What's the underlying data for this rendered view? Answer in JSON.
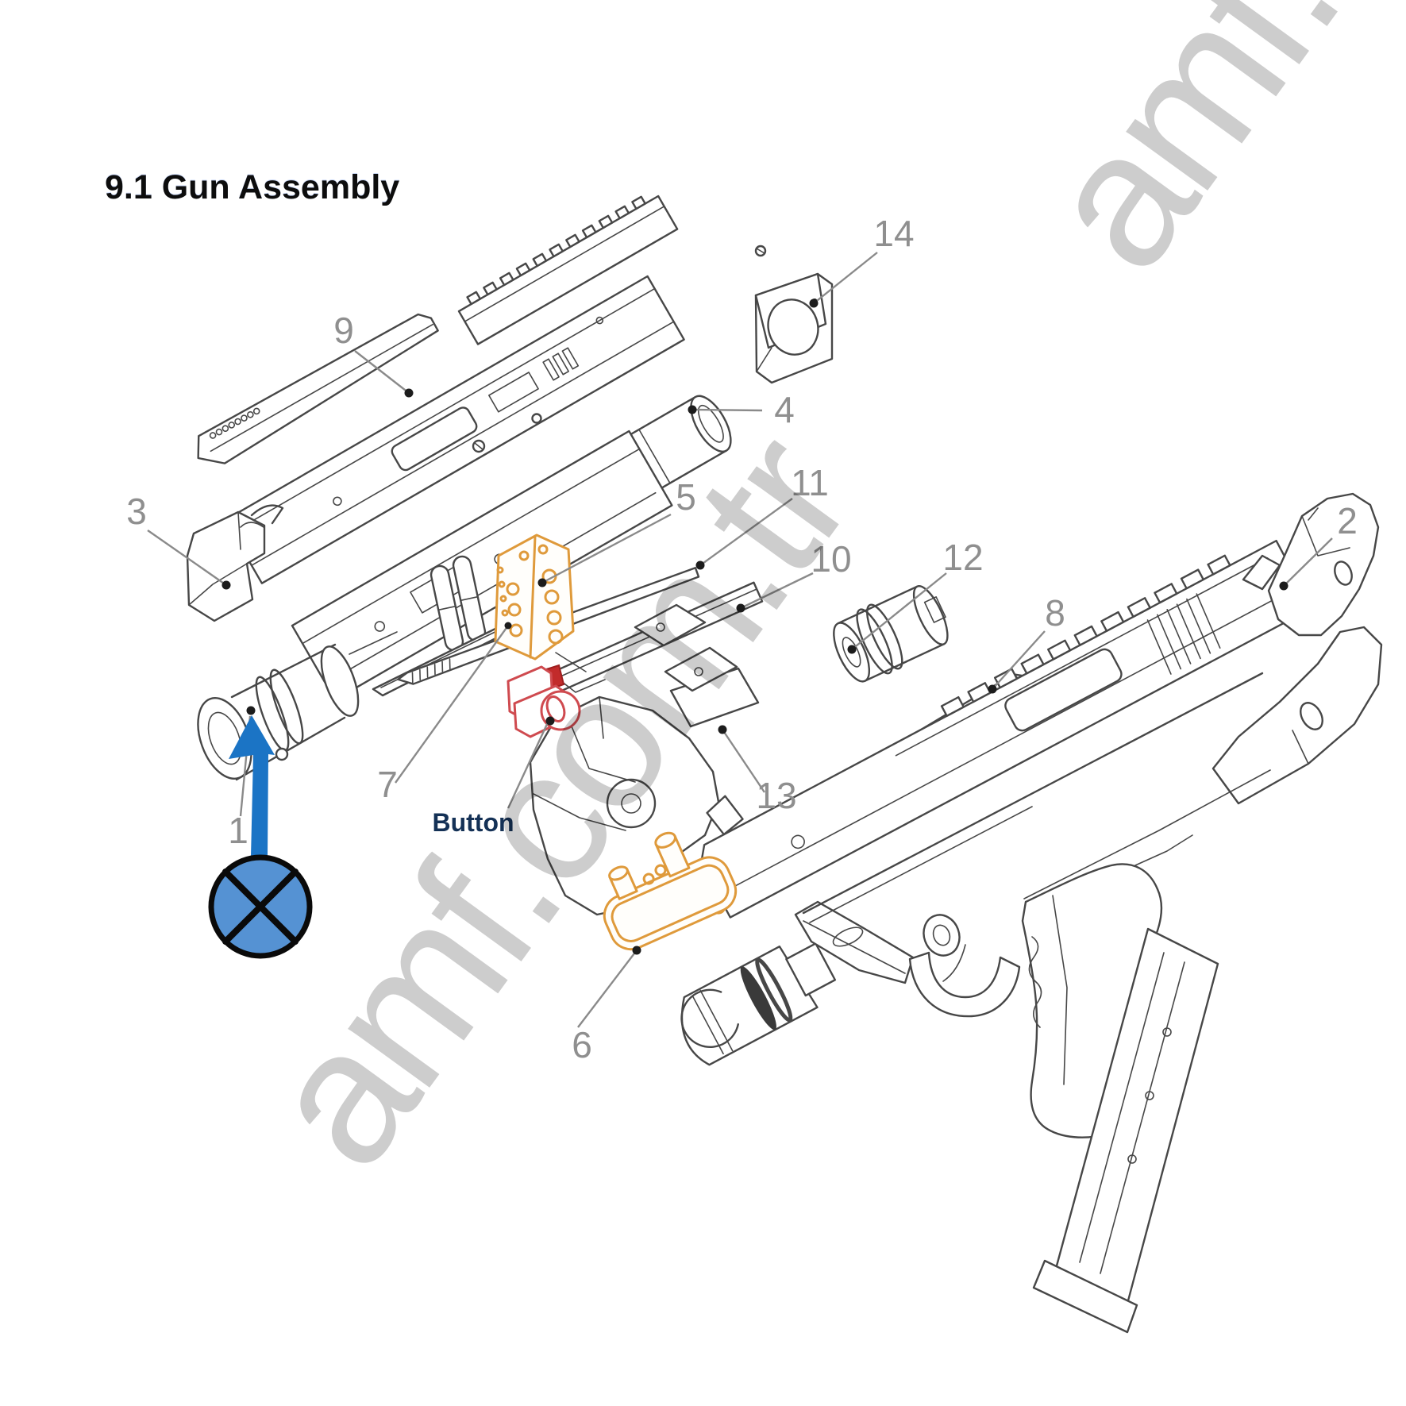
{
  "title": "9.1 Gun Assembly",
  "watermark": {
    "text": "amf.com.tr"
  },
  "annotation": {
    "type": "crossed-circle-with-arrow",
    "target_part": "1",
    "arrow_color": "#1b74c5",
    "circle_fill": "#5592d3",
    "circle_outline": "#0a0a0a"
  },
  "colors": {
    "highlight_orange": "#df9a3b",
    "highlight_red_solid": "#c22b2b",
    "highlight_red_outline": "#cf4a4f",
    "label_gray": "#8f8f8f",
    "line_art": "#474747",
    "watermark_gray": "#cdcdcd",
    "button_text": "#143156"
  },
  "diagram": {
    "callout": "Button",
    "parts": [
      {
        "num": "1"
      },
      {
        "num": "2"
      },
      {
        "num": "3"
      },
      {
        "num": "4"
      },
      {
        "num": "5"
      },
      {
        "num": "6"
      },
      {
        "num": "7"
      },
      {
        "num": "8"
      },
      {
        "num": "9"
      },
      {
        "num": "10"
      },
      {
        "num": "11"
      },
      {
        "num": "12"
      },
      {
        "num": "13"
      },
      {
        "num": "14"
      }
    ]
  }
}
